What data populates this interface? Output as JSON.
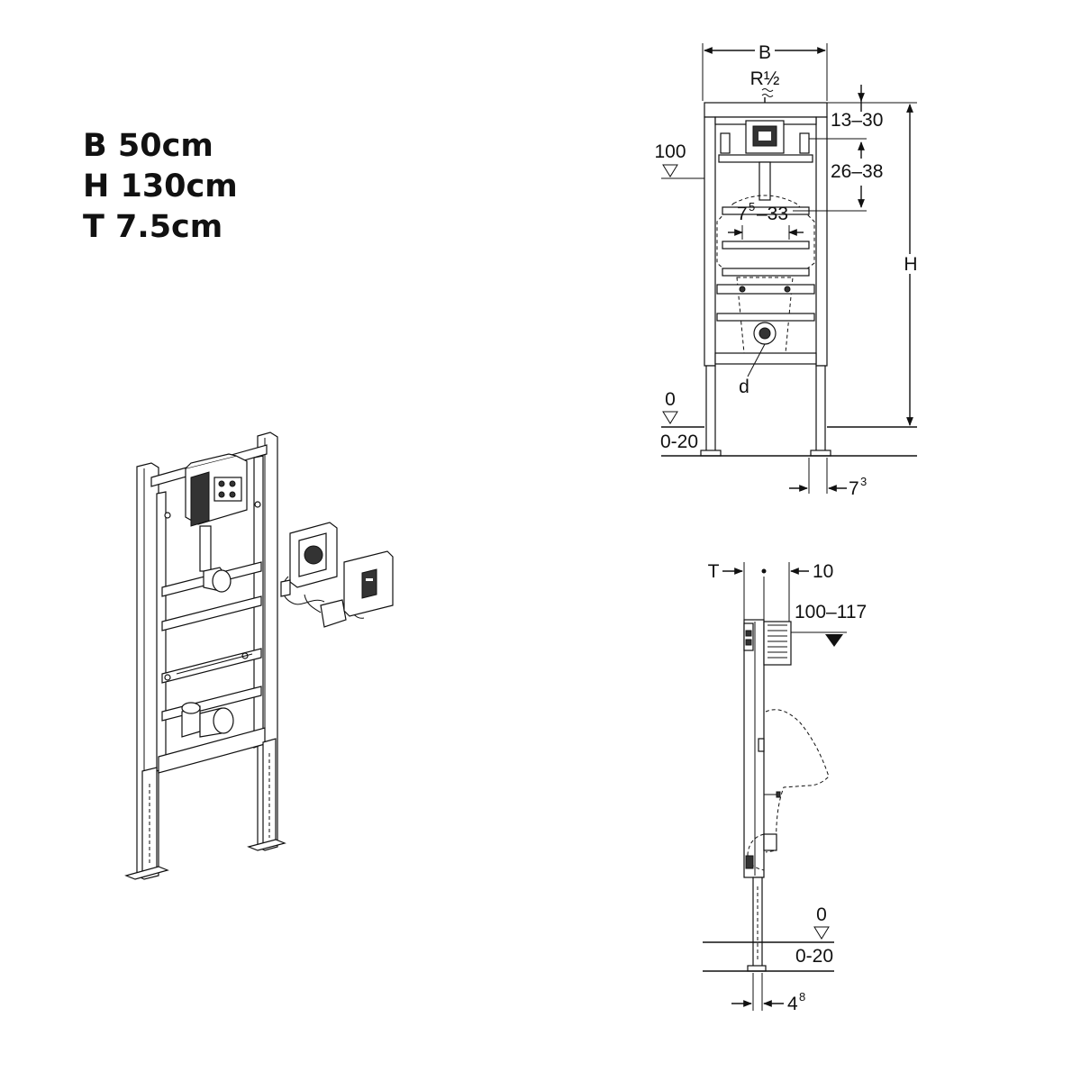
{
  "specs": {
    "width": "B 50cm",
    "height": "H 130cm",
    "depth": "T 7.5cm"
  },
  "front_view": {
    "width_label": "B",
    "supply_label": "R½",
    "floor_ref_top": "100",
    "range_13_30": "13–30",
    "range_26_38": "26–38",
    "range_75_33_base": "7",
    "range_75_33_sup": "5",
    "range_75_33_rest": "–33",
    "height_label": "H",
    "drain_label": "d",
    "floor_ref_zero": "0",
    "floor_range": "0-20",
    "foot_offset_base": "7",
    "foot_offset_sup": "3"
  },
  "side_view": {
    "depth_label": "T",
    "offset_10": "10",
    "range_100_117": "100–117",
    "floor_ref_zero": "0",
    "floor_range": "0-20",
    "foot_offset_base": "4",
    "foot_offset_sup": "8"
  }
}
